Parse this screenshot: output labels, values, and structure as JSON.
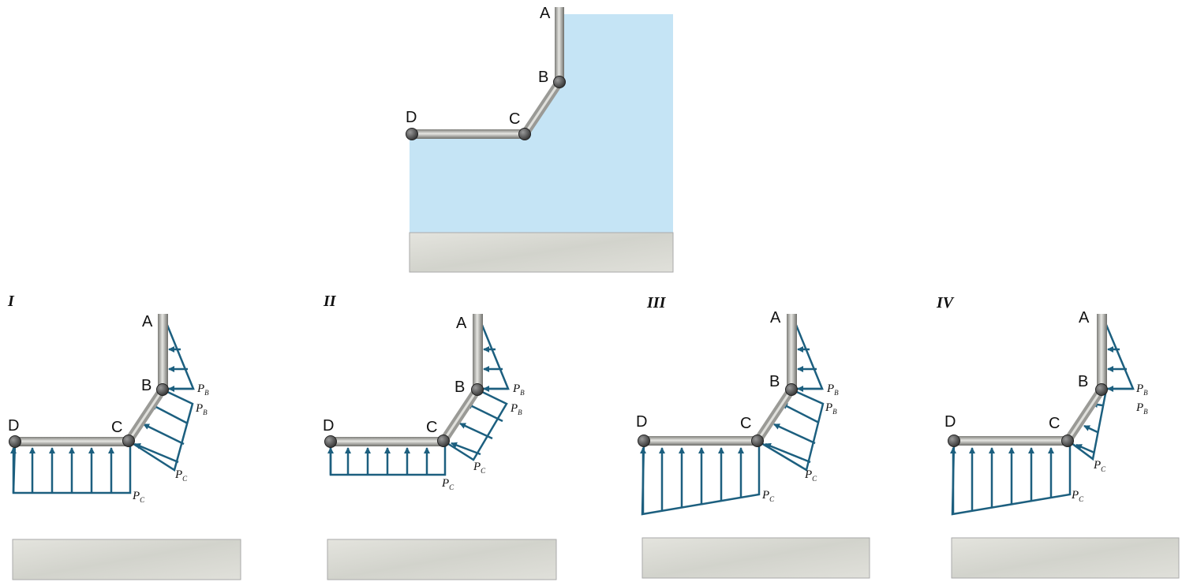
{
  "colors": {
    "water": "#c5e4f5",
    "load": "#1c5f7f",
    "pipe": "#a8a8a4",
    "joint": "#555555",
    "ground": "#dcdcd6"
  },
  "main": {
    "points": {
      "A": "A",
      "B": "B",
      "C": "C",
      "D": "D"
    }
  },
  "panels": [
    {
      "id": "I",
      "labels": {
        "A": "A",
        "B": "B",
        "C": "C",
        "D": "D"
      },
      "pb1": "P",
      "pb2": "P",
      "pc1": "P",
      "pc2": "P",
      "sub_b": "B",
      "sub_c": "C"
    },
    {
      "id": "II",
      "labels": {
        "A": "A",
        "B": "B",
        "C": "C",
        "D": "D"
      },
      "pb1": "P",
      "pb2": "P",
      "pc1": "P",
      "pc2": "P",
      "sub_b": "B",
      "sub_c": "C"
    },
    {
      "id": "III",
      "labels": {
        "A": "A",
        "B": "B",
        "C": "C",
        "D": "D"
      },
      "pb1": "P",
      "pb2": "P",
      "pc1": "P",
      "pc2": "P",
      "sub_b": "B",
      "sub_c": "C"
    },
    {
      "id": "IV",
      "labels": {
        "A": "A",
        "B": "B",
        "C": "C",
        "D": "D"
      },
      "pb1": "P",
      "pb2": "P",
      "pc1": "P",
      "pc2": "P",
      "sub_b": "B",
      "sub_c": "C"
    }
  ]
}
